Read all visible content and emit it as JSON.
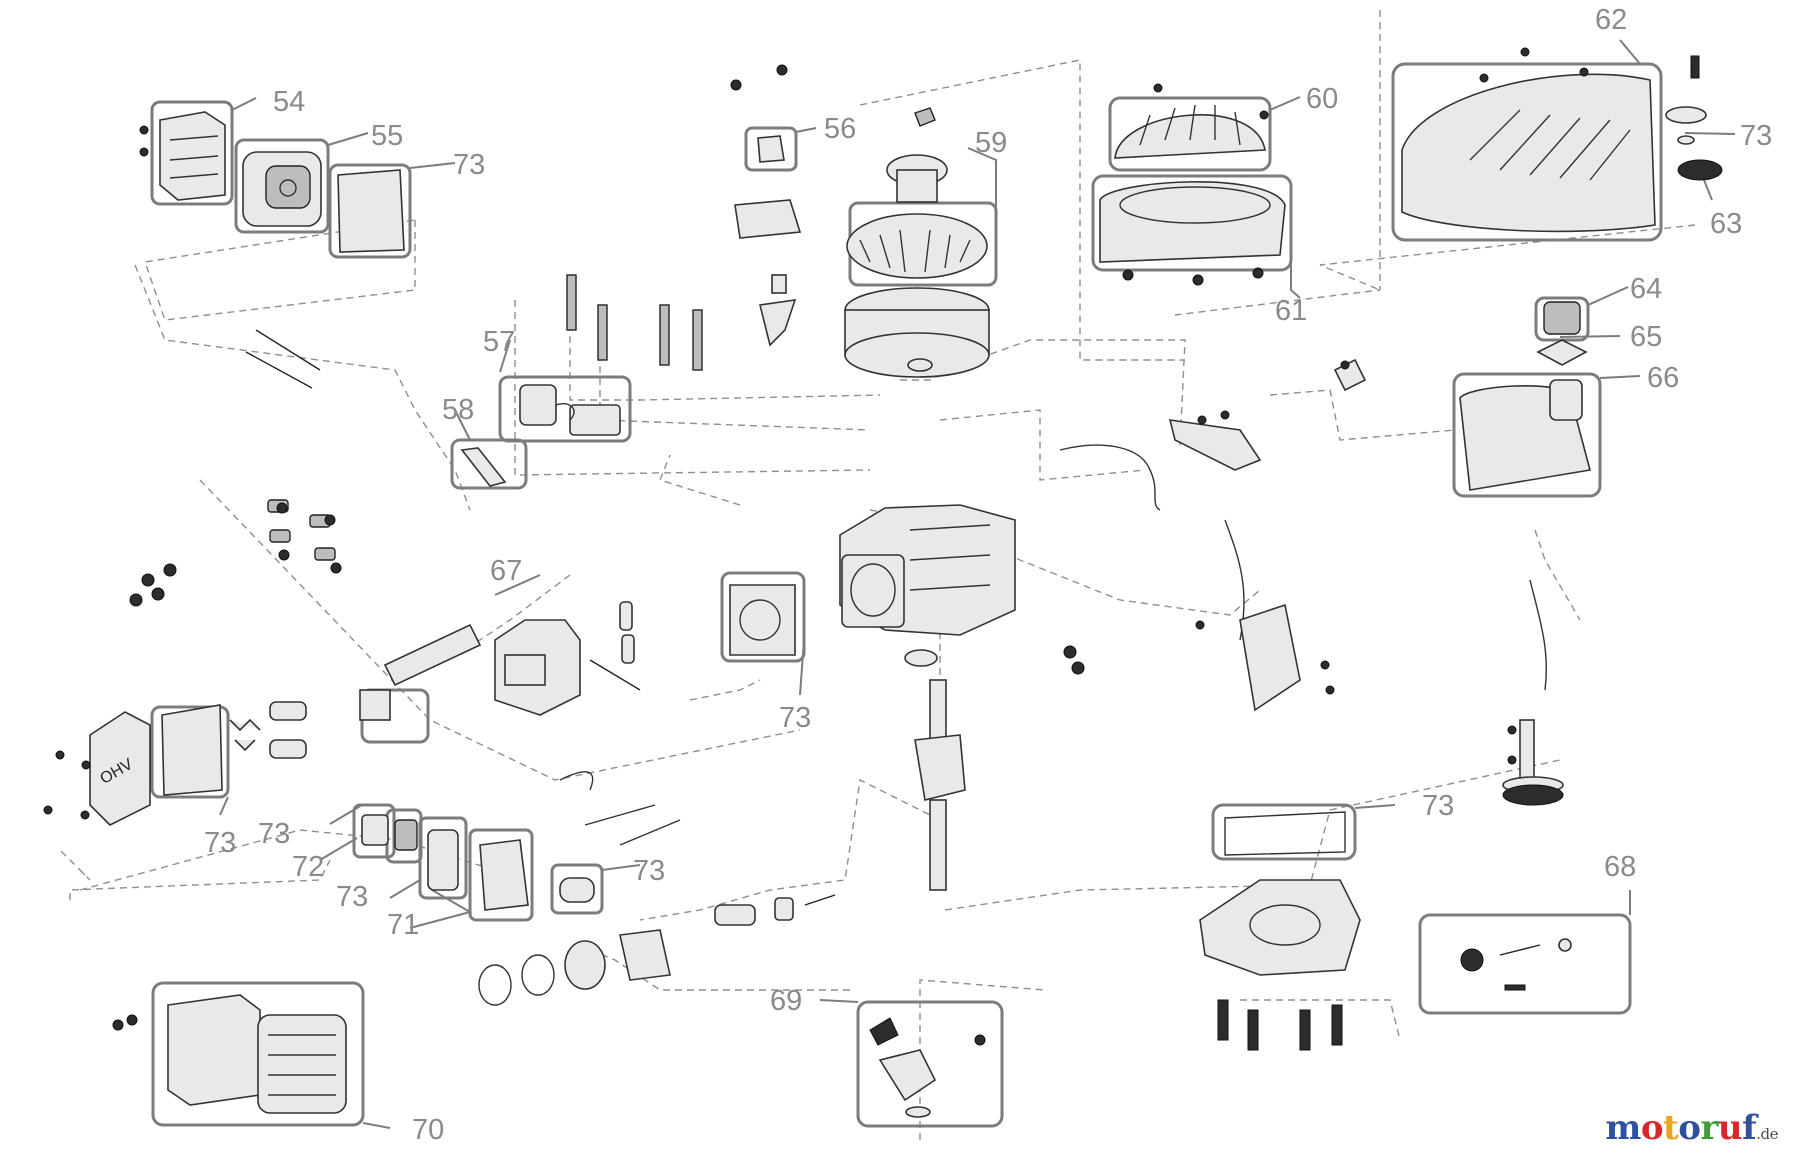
{
  "callouts": [
    {
      "id": "c54",
      "label": "54"
    },
    {
      "id": "c55",
      "label": "55"
    },
    {
      "id": "c73a",
      "label": "73"
    },
    {
      "id": "c56",
      "label": "56"
    },
    {
      "id": "c59",
      "label": "59"
    },
    {
      "id": "c60",
      "label": "60"
    },
    {
      "id": "c61",
      "label": "61"
    },
    {
      "id": "c62",
      "label": "62"
    },
    {
      "id": "c73b",
      "label": "73"
    },
    {
      "id": "c63",
      "label": "63"
    },
    {
      "id": "c64",
      "label": "64"
    },
    {
      "id": "c65",
      "label": "65"
    },
    {
      "id": "c66",
      "label": "66"
    },
    {
      "id": "c57",
      "label": "57"
    },
    {
      "id": "c58",
      "label": "58"
    },
    {
      "id": "c67",
      "label": "67"
    },
    {
      "id": "c73c",
      "label": "73"
    },
    {
      "id": "c73d",
      "label": "73"
    },
    {
      "id": "c73e",
      "label": "73"
    },
    {
      "id": "c72",
      "label": "72"
    },
    {
      "id": "c73f",
      "label": "73"
    },
    {
      "id": "c71",
      "label": "71"
    },
    {
      "id": "c73g",
      "label": "73"
    },
    {
      "id": "c73h",
      "label": "73"
    },
    {
      "id": "c68",
      "label": "68"
    },
    {
      "id": "c69",
      "label": "69"
    },
    {
      "id": "c70",
      "label": "70"
    }
  ],
  "watermark": {
    "letters": [
      {
        "ch": "m",
        "color": "#2f4fa0"
      },
      {
        "ch": "o",
        "color": "#d8262b"
      },
      {
        "ch": "t",
        "color": "#f0a21c"
      },
      {
        "ch": "o",
        "color": "#2f4fa0"
      },
      {
        "ch": "r",
        "color": "#3c9c3a"
      },
      {
        "ch": "u",
        "color": "#d8262b"
      },
      {
        "ch": "f",
        "color": "#2f4fa0"
      }
    ],
    "tld": ".de"
  },
  "colors": {
    "label": "#8a8a8a",
    "box": "#7c7c7c",
    "line": "#333333"
  }
}
